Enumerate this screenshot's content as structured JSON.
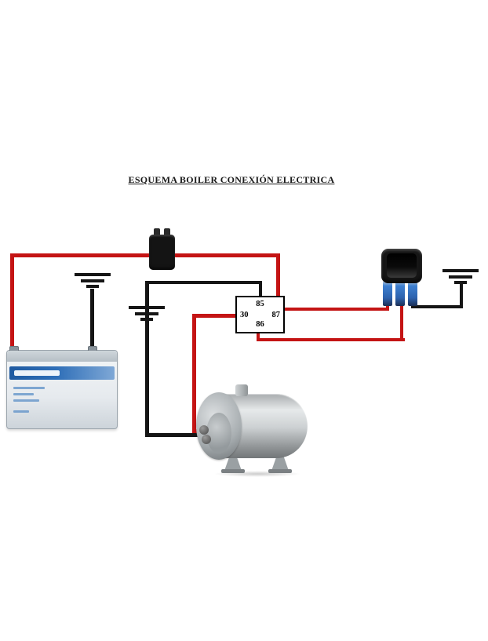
{
  "diagram": {
    "title": "ESQUEMA BOILER CONEXIÓN ELECTRICA",
    "relay": {
      "terminal_top": "85",
      "terminal_left": "30",
      "terminal_right": "87",
      "terminal_bottom": "86"
    },
    "colors": {
      "wire-positive": "#c41414",
      "wire-ground": "#151515",
      "terminal-blue": "#3d7fd0",
      "battery-blue": "#2f6fb8"
    },
    "components": {
      "battery": "lead-acid-battery",
      "fuse": "inline-blade-fuse",
      "relay": "4-pin-relay",
      "switch": "rocker-switch",
      "boiler": "water-boiler-tank",
      "ground_symbols": 3,
      "wire_semantics": {
        "red": "positive",
        "black": "ground"
      }
    }
  }
}
